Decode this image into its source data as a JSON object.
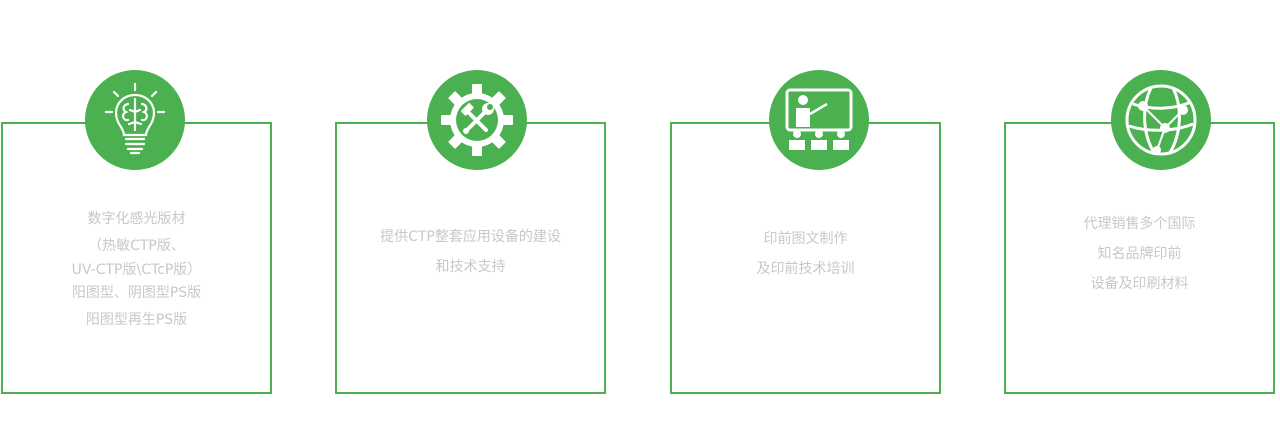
{
  "colors": {
    "accent": "#4bb04f",
    "text": "#c8c8c8"
  },
  "cards": [
    {
      "icon": "lightbulb-brain-icon",
      "lines": [
        "数字化感光版材",
        "（热敏CTP版、",
        "UV-CTP版\\CTcP版）",
        "阳图型、阴图型PS版",
        "阳图型再生PS版"
      ]
    },
    {
      "icon": "gear-tools-icon",
      "lines": [
        "提供CTP整套应用设备的建设",
        "和技术支持"
      ]
    },
    {
      "icon": "training-presentation-icon",
      "lines": [
        "印前图文制作",
        "及印前技术培训"
      ]
    },
    {
      "icon": "global-network-icon",
      "lines": [
        "代理销售多个国际",
        "知名品牌印前",
        "设备及印刷材料"
      ]
    }
  ]
}
